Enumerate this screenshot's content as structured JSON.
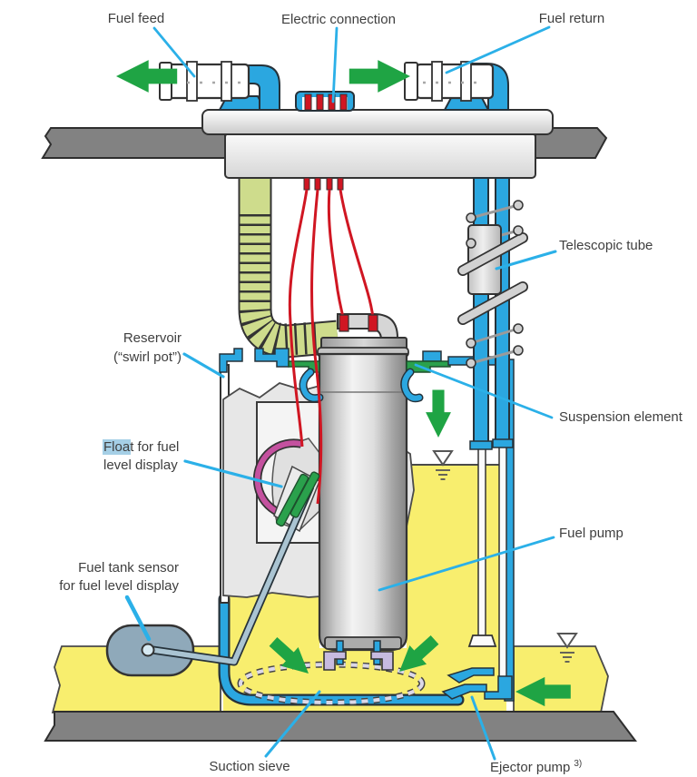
{
  "diagram": {
    "labels": {
      "fuel_feed": "Fuel feed",
      "electric_connection": "Electric connection",
      "fuel_return": "Fuel return",
      "telescopic_tube": "Telescopic tube",
      "reservoir_line1": "Reservoir",
      "reservoir_line2": "(“swirl pot”)",
      "float_line1_highlight": "Floa",
      "float_line1_rest": "t for fuel",
      "float_line2": "level display",
      "tank_sensor_line1": "Fuel tank sensor",
      "tank_sensor_line2": "for fuel level display",
      "suspension_element": "Suspension element",
      "fuel_pump": "Fuel pump",
      "suction_sieve": "Suction sieve",
      "ejector_pump": "Ejector pump",
      "ejector_pump_footnote": "3)"
    },
    "colors": {
      "pipe_blue": "#2ba7e0",
      "leader_cyan": "#2bb0e8",
      "fuel_yellow": "#f8ee6e",
      "arrow_green": "#1fa444",
      "bracket_green": "#2aa14c",
      "bellows_green": "#cedc8c",
      "wire_red": "#d01622",
      "tank_gray": "#828282",
      "float_gray_blue": "#8fa9ba",
      "sensor_magenta": "#c4519f",
      "foot_lavender": "#c7bbdf",
      "label_text": "#3f3f3f",
      "highlight_blue": "#a5cfe6"
    }
  }
}
